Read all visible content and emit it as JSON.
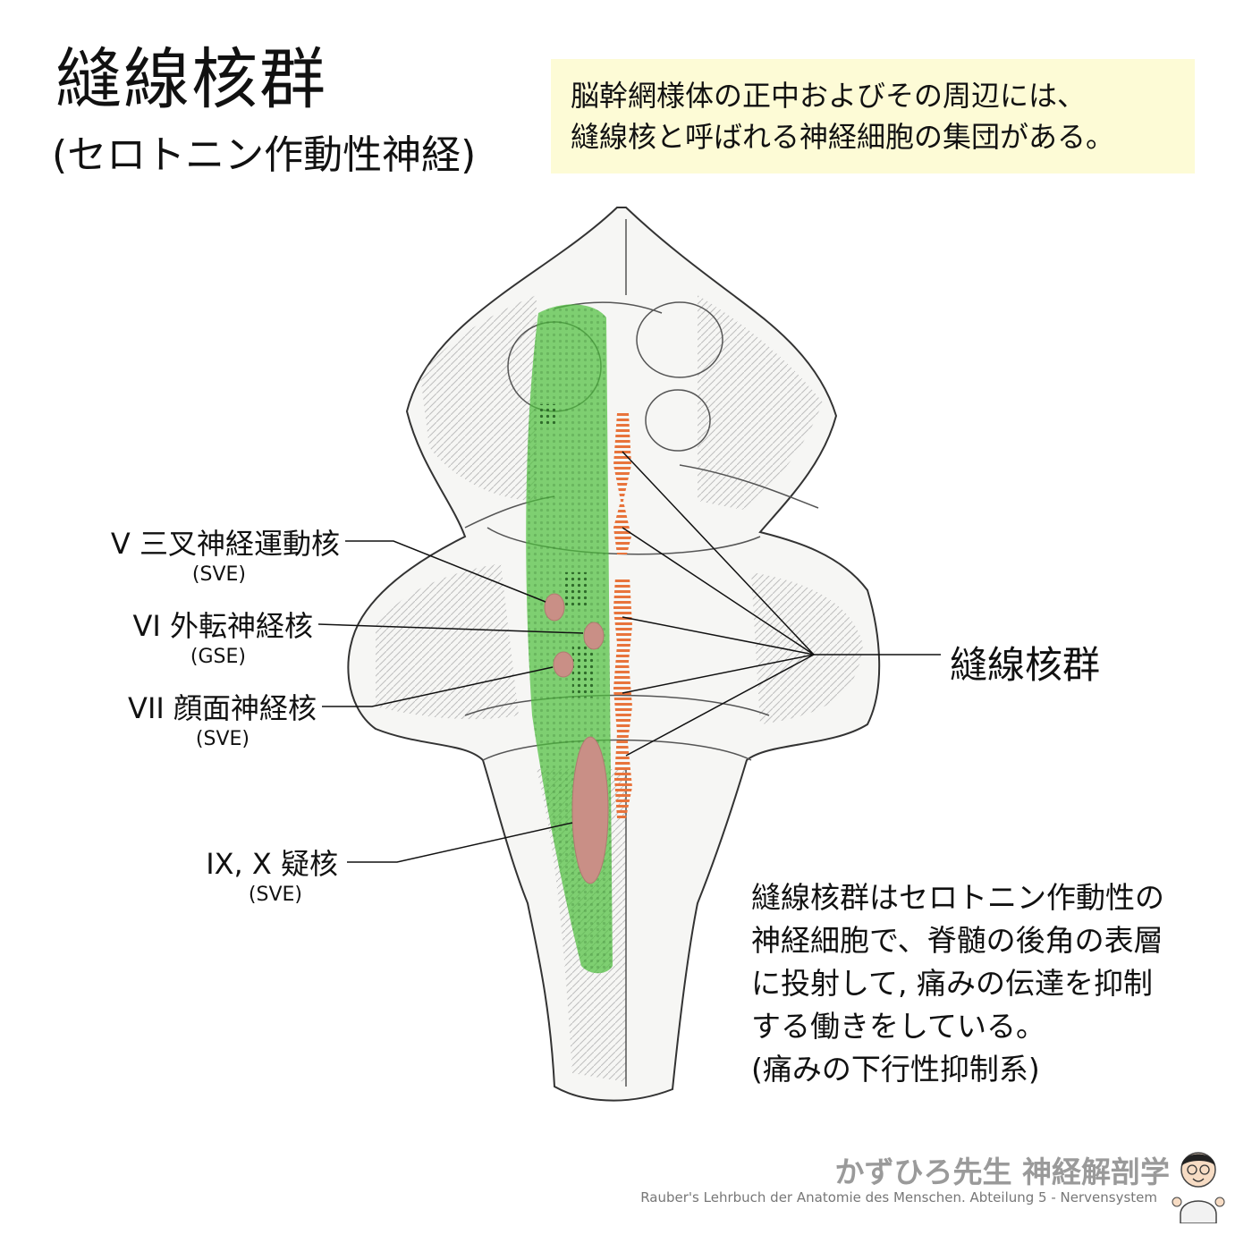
{
  "title": "縫線核群",
  "subtitle": "(セロトニン作動性神経)",
  "intro": {
    "line1": "脳幹網様体の正中およびその周辺には、",
    "line2": "縫線核と呼ばれる神経細胞の集団がある。"
  },
  "labels": [
    {
      "main": "V 三叉神経運動核",
      "sub": "(SVE)"
    },
    {
      "main": "VI 外転神経核",
      "sub": "(GSE)"
    },
    {
      "main": "VII 顔面神経核",
      "sub": "(SVE)"
    },
    {
      "main": "IX, X 疑核",
      "sub": "(SVE)"
    }
  ],
  "raphe_label": "縫線核群",
  "description": [
    "縫線核群はセロトニン作動性の",
    "神経細胞で、脊髄の後角の表層",
    "に投射して, 痛みの伝達を抑制",
    "する働きをしている。",
    "(痛みの下行性抑制系)"
  ],
  "brand": "かずひろ先生 神経解剖学",
  "credit": "Rauber's Lehrbuch der Anatomie des Menschen. Abteilung 5 -  Nervensystem",
  "colors": {
    "reticular_green": "#4fbf3f",
    "nucleus_pink": "#c98f86",
    "raphe_orange": "#e8743c",
    "intro_bg": "#fdfbd6"
  }
}
